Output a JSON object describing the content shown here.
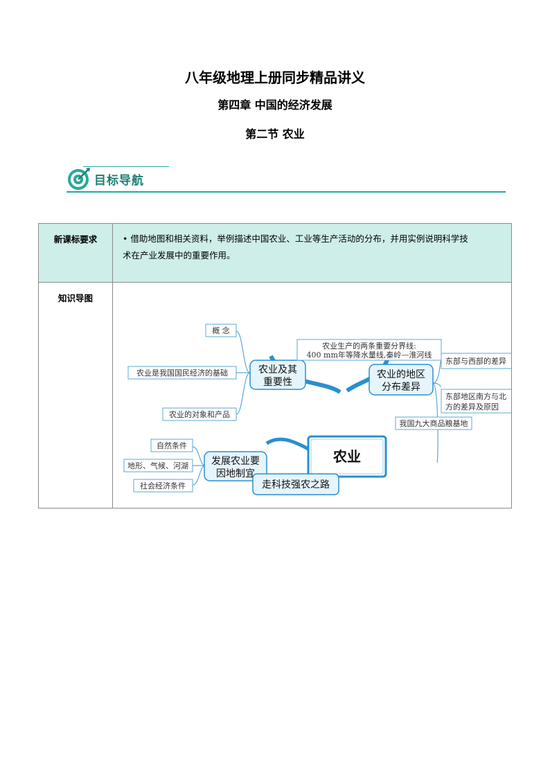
{
  "header": {
    "title": "八年级地理上册同步精品讲义",
    "chapter": "第四章  中国的经济发展",
    "section": "第二节    农业"
  },
  "banner": {
    "label": "目标导航",
    "icon": "target-icon",
    "color": "#27a89a"
  },
  "table": {
    "requirement_label": "新课标要求",
    "requirement_line1": "• 借助地图和相关资料，举例描述中国农业、工业等生产活动的分布，并用实例说明科学技",
    "requirement_line2": "术在产业发展中的重要作用。",
    "map_label": "知识导图"
  },
  "mindmap": {
    "center": "农业",
    "branch_importance": {
      "line1": "农业及其",
      "line2": "重要性"
    },
    "importance_items": [
      "概  念",
      "农业是我国国民经济的基础",
      "农业的对象和产品"
    ],
    "branch_region": {
      "line1": "农业的地区",
      "line2": "分布差异"
    },
    "region_note": {
      "line1": "农业生产的两条重要分界线:",
      "line2": "400 mm年等降水量线,秦岭—淮河线"
    },
    "region_items": [
      "东部与西部的差异",
      "东部地区南方与北",
      "方的差异及原因"
    ],
    "region_base": "我国九大商品粮基地",
    "branch_local": {
      "line1": "发展农业要",
      "line2": "因地制宜"
    },
    "local_items": [
      "自然条件",
      "地形、气候、河湖",
      "社会经济条件"
    ],
    "branch_science": "走科技强农之路"
  }
}
